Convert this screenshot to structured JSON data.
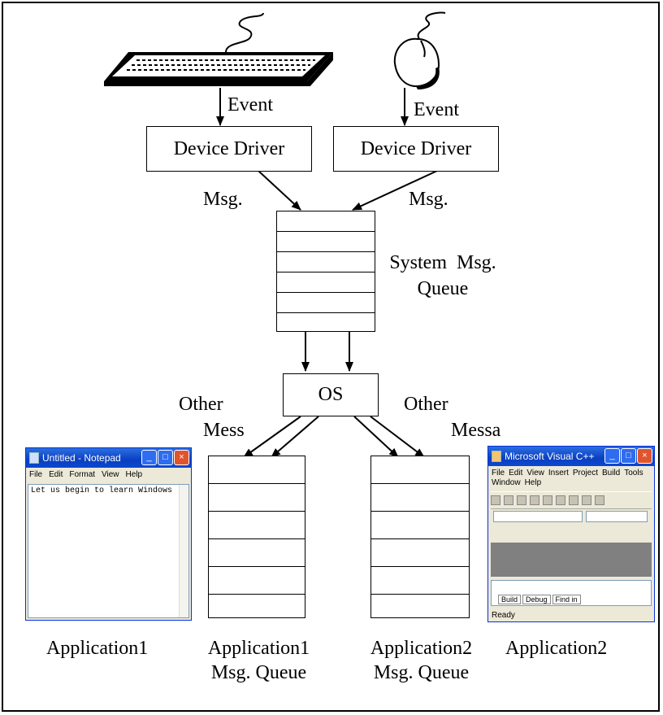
{
  "labels": {
    "event_left": "Event",
    "event_right": "Event",
    "driver_left": "Device Driver",
    "driver_right": "Device Driver",
    "msg_left": "Msg.",
    "msg_right": "Msg.",
    "system_queue_line1": "System  Msg.",
    "system_queue_line2": "Queue",
    "os": "OS",
    "other_left_line1": "Other",
    "other_left_line2": "Mess",
    "other_right_line1": "Other",
    "other_right_line2": "Messa",
    "app1": "Application1",
    "app1_queue_line1": "Application1",
    "app1_queue_line2": "Msg. Queue",
    "app2_queue_line1": "Application2",
    "app2_queue_line2": "Msg. Queue",
    "app2": "Application2"
  },
  "notepad": {
    "title": "Untitled - Notepad",
    "menus": [
      "File",
      "Edit",
      "Format",
      "View",
      "Help"
    ],
    "text": "Let us begin to learn Windows"
  },
  "vcpp": {
    "title": "Microsoft Visual C++",
    "menus_row1": [
      "File",
      "Edit",
      "View",
      "Insert",
      "Project",
      "Build",
      "Tools"
    ],
    "menus_row2": [
      "Window",
      "Help"
    ],
    "tabs": [
      "Build",
      "Debug",
      "Find in"
    ],
    "status": "Ready"
  },
  "colors": {
    "titlebar": "#0a48d0",
    "close_button": "#e0542e",
    "window_face": "#ece9d8"
  }
}
